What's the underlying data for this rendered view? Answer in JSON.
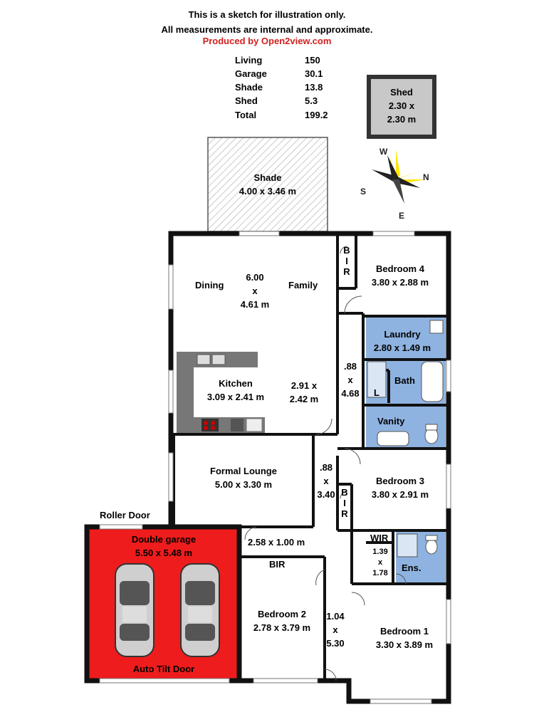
{
  "header": {
    "line1": "This is a sketch for illustration only.",
    "line2": "All measurements are internal and approximate.",
    "line3": "Produced by Open2view.com",
    "accent_color": "#d42020"
  },
  "areas": [
    {
      "label": "Living",
      "value": "150"
    },
    {
      "label": "Garage",
      "value": "30.1"
    },
    {
      "label": "Shade",
      "value": "13.8"
    },
    {
      "label": "Shed",
      "value": "5.3"
    },
    {
      "label": "Total",
      "value": "199.2"
    }
  ],
  "compass": {
    "w": "W",
    "n": "N",
    "s": "S",
    "e": "E",
    "icon": "compass-star-icon"
  },
  "rooms": {
    "shed": {
      "name": "Shed",
      "dim1": "2.30 x",
      "dim2": "2.30 m"
    },
    "shade": {
      "name": "Shade",
      "dim": "4.00 x 3.46 m"
    },
    "dining": "Dining",
    "family": "Family",
    "living_dims": {
      "a": "6.00",
      "b": "x",
      "c": "4.61 m"
    },
    "kitchen": {
      "name": "Kitchen",
      "dim": "3.09 x 2.41 m"
    },
    "kitchen_right": {
      "a": "2.91 x",
      "b": "2.42 m"
    },
    "bedroom4": {
      "name": "Bedroom 4",
      "dim": "3.80 x 2.88 m"
    },
    "bir4": [
      "B",
      "I",
      "R"
    ],
    "laundry": {
      "name": "Laundry",
      "dim": "2.80 x 1.49 m"
    },
    "bath": "Bath",
    "l": "L",
    "vanity": "Vanity",
    "hall1": {
      "a": ".88",
      "b": "x",
      "c": "4.68"
    },
    "formal_lounge": {
      "name": "Formal Lounge",
      "dim": "5.00 x 3.30 m"
    },
    "hall2": {
      "a": ".88",
      "b": "x",
      "c": "3.40"
    },
    "bedroom3": {
      "name": "Bedroom 3",
      "dim": "3.80 x 2.91 m"
    },
    "bir3": [
      "B",
      "I",
      "R"
    ],
    "roller_door": "Roller Door",
    "garage": {
      "name": "Double garage",
      "dim": "5.50 x 5.48 m",
      "color": "#ee1c1c"
    },
    "auto_tilt": "Auto Tilt Door",
    "hall3": "2.58 x 1.00 m",
    "bir2": "BIR",
    "bedroom2": {
      "name": "Bedroom 2",
      "dim": "2.78 x 3.79 m"
    },
    "hall4": {
      "a": "1.04",
      "b": "x",
      "c": "5.30"
    },
    "wir": "WIR",
    "wir_dims": {
      "a": "1.39",
      "b": "x",
      "c": "1.78"
    },
    "ens": "Ens.",
    "bedroom1": {
      "name": "Bedroom 1",
      "dim": "3.30 x 3.89 m"
    },
    "wet_color": "#8fb3e0"
  }
}
